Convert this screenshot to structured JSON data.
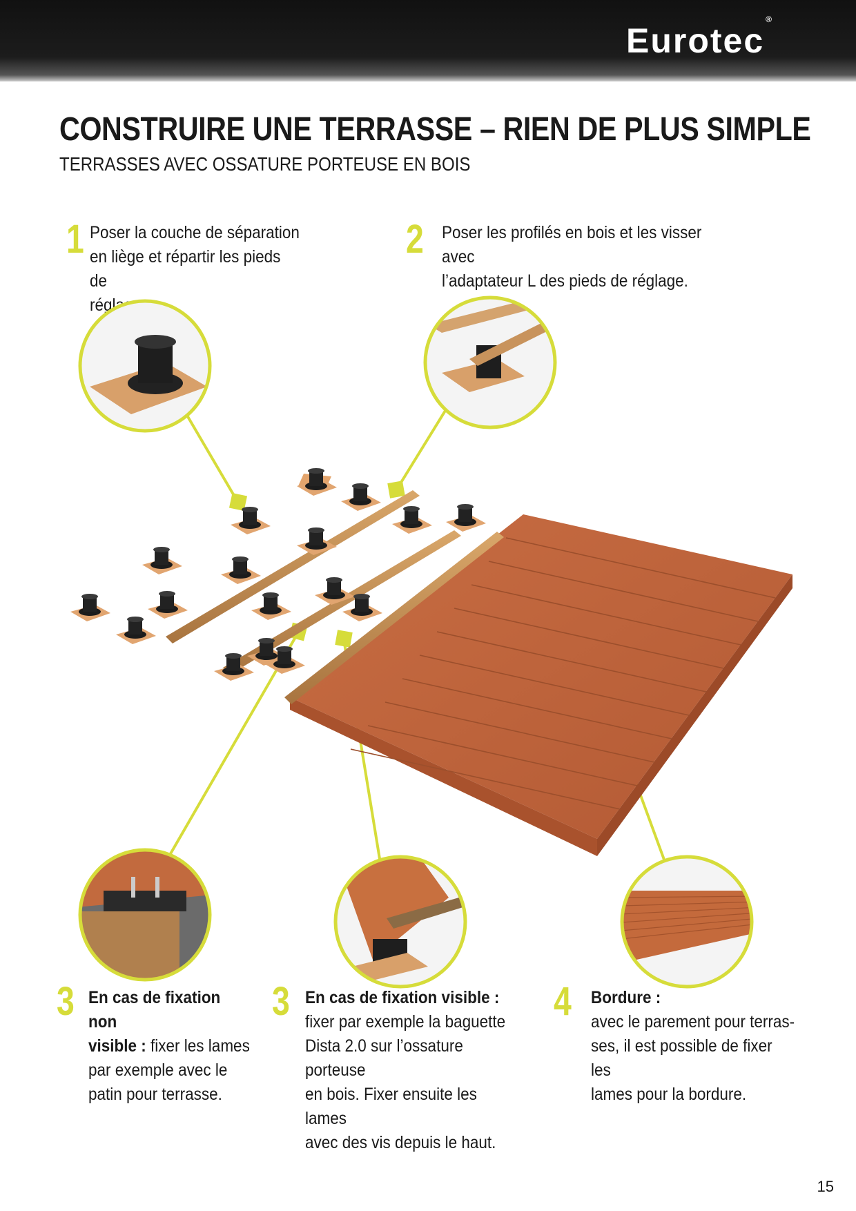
{
  "brand": "Eurotec",
  "brand_mark": "®",
  "title": "CONSTRUIRE UNE TERRASSE – RIEN DE PLUS SIMPLE",
  "subtitle": "TERRASSES AVEC OSSATURE PORTEUSE EN BOIS",
  "accent_color": "#d6dc3a",
  "steps": [
    {
      "number": "1",
      "lines": [
        "Poser la couche de séparation",
        "en liège et répartir les pieds de",
        "réglage."
      ]
    },
    {
      "number": "2",
      "lines": [
        "Poser les profilés en bois et les visser avec",
        "l’adaptateur L des pieds de réglage."
      ]
    },
    {
      "number": "3",
      "heading": "En cas de fixation non",
      "heading2": "visible :",
      "lines": [
        " fixer les lames",
        "par exemple avec le",
        "patin pour terrasse."
      ]
    },
    {
      "number": "3",
      "heading": "En cas de fixation visible :",
      "lines": [
        "fixer par exemple la baguette",
        "Dista 2.0 sur l’ossature porteuse",
        "en bois. Fixer ensuite les lames",
        "avec des vis depuis le haut."
      ]
    },
    {
      "number": "4",
      "heading": "Bordure :",
      "lines": [
        "avec le parement pour terras-",
        "ses, il est possible de fixer les",
        "lames pour la bordure."
      ]
    }
  ],
  "illustration": {
    "icons": [
      "pedestal-on-cork-icon",
      "joist-on-pedestal-icon",
      "hidden-clip-detail-icon",
      "visible-fixing-detail-icon",
      "edge-fascia-detail-icon"
    ]
  },
  "page_number": "15"
}
